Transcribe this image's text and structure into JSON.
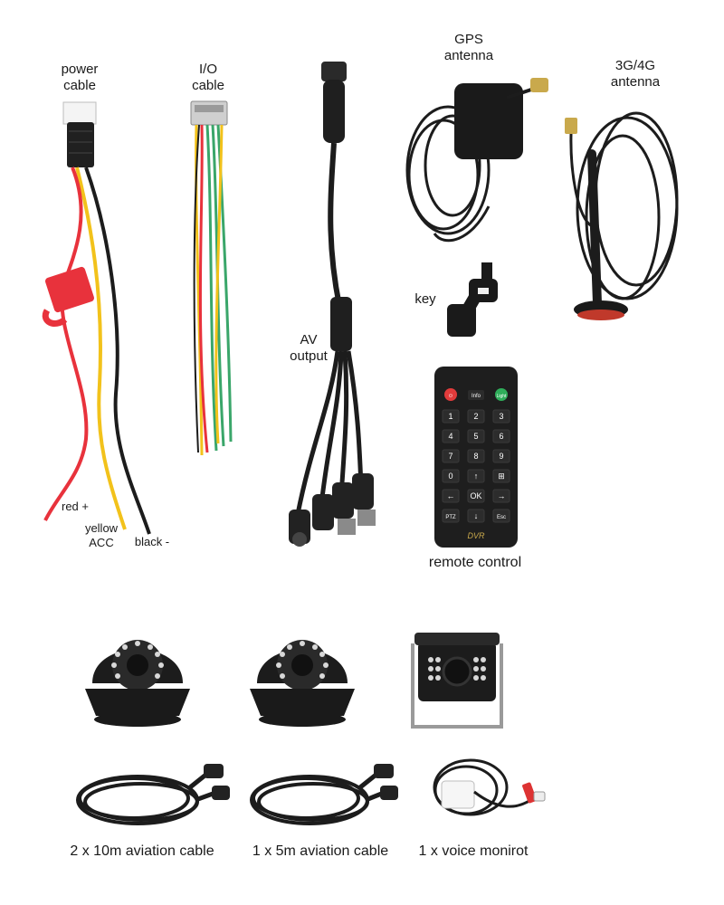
{
  "labels": {
    "power_cable": [
      "power",
      "cable"
    ],
    "io_cable": [
      "I/O",
      "cable"
    ],
    "gps_antenna": [
      "GPS",
      "antenna"
    ],
    "antenna_3g4g": [
      "3G/4G",
      "antenna"
    ],
    "key": "key",
    "av_output": [
      "AV",
      "output"
    ],
    "red": "red +",
    "yellow": [
      "yellow",
      "ACC"
    ],
    "black": "black -",
    "remote_control": "remote control"
  },
  "remote": {
    "brand": "DVR",
    "top_keys": [
      "⏻",
      "Info",
      "Light"
    ],
    "keys": [
      "1",
      "2",
      "3",
      "4",
      "5",
      "6",
      "7",
      "8",
      "9",
      "0",
      "↑",
      "⊞",
      "←",
      "OK",
      "→",
      "PTZ",
      "↓",
      "Esc"
    ]
  },
  "captions": {
    "aviation_10m": "2 x 10m aviation cable",
    "aviation_5m": "1 x 5m aviation cable",
    "voice_monitor": "1 x voice monirot"
  },
  "colors": {
    "cable_red": "#e8323c",
    "cable_yellow": "#f2c21b",
    "cable_black": "#1c1c1c",
    "cable_green": "#3aa66a",
    "remote_body": "#1e1e1e",
    "remote_power": "#e23b3b",
    "remote_light": "#2fae5a"
  }
}
